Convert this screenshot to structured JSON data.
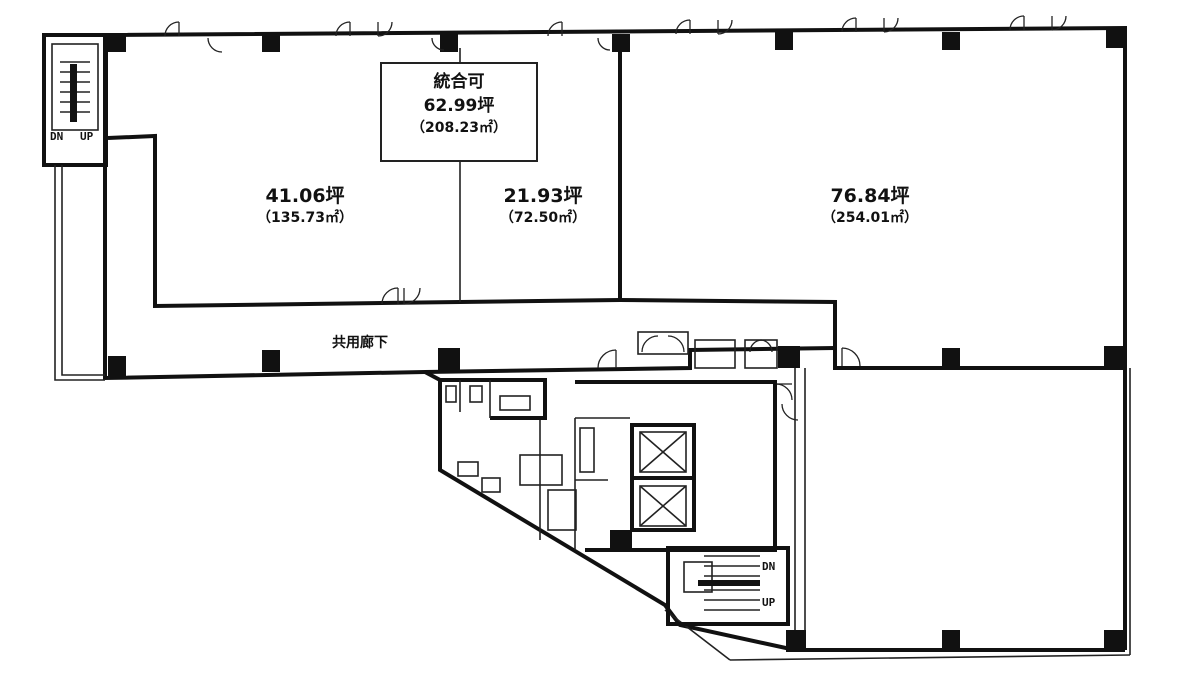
{
  "units": [
    {
      "area_tsubo": "41.06坪",
      "area_m2": "（135.73㎡）"
    },
    {
      "area_tsubo": "21.93坪",
      "area_m2": "（72.50㎡）"
    },
    {
      "area_tsubo": "76.84坪",
      "area_m2": "（254.01㎡）"
    }
  ],
  "combined": {
    "label": "統合可",
    "area_tsubo": "62.99坪",
    "area_m2": "（208.23㎡）"
  },
  "corridor": {
    "label": "共用廊下"
  },
  "stairs": [
    {
      "dn": "DN",
      "up": "UP"
    },
    {
      "dn": "DN",
      "up": "UP"
    }
  ]
}
